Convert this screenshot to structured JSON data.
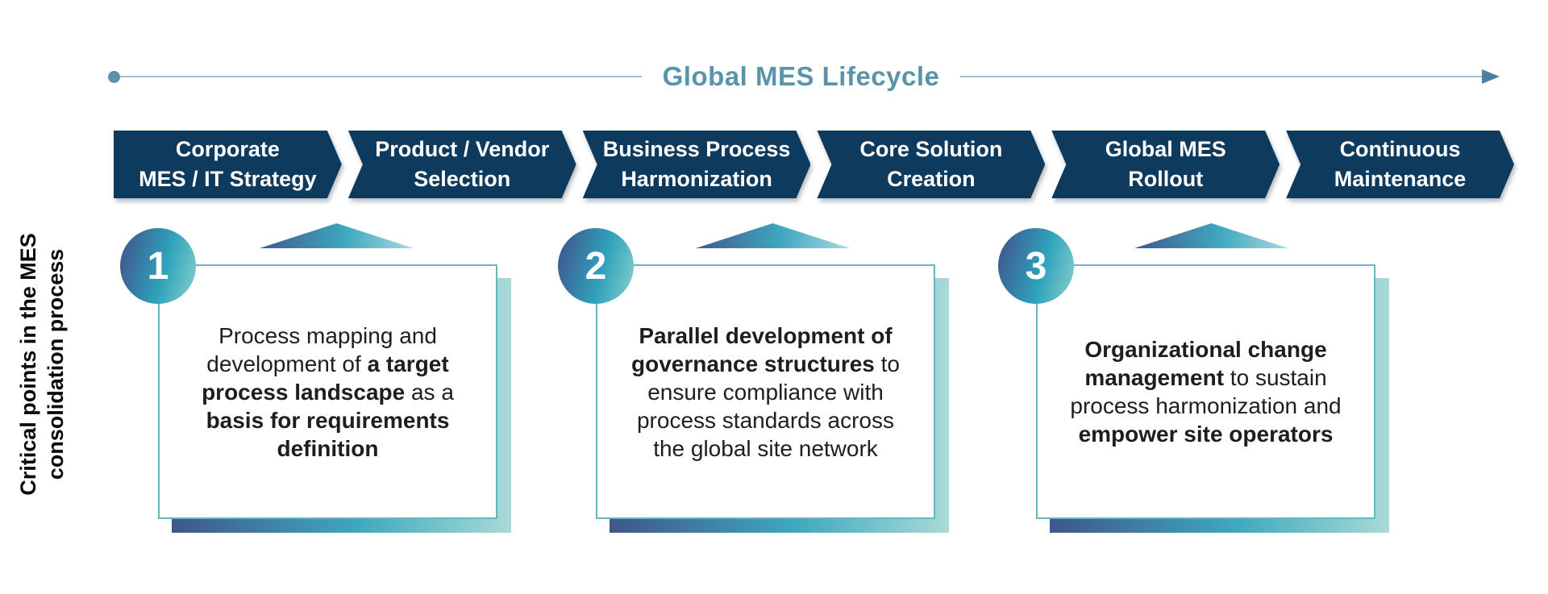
{
  "title": "Global MES Lifecycle",
  "stages": [
    {
      "label_lines": [
        "Corporate",
        "MES / IT Strategy"
      ]
    },
    {
      "label_lines": [
        "Product / Vendor",
        "Selection"
      ]
    },
    {
      "label_lines": [
        "Business Process",
        "Harmonization"
      ]
    },
    {
      "label_lines": [
        "Core Solution",
        "Creation"
      ]
    },
    {
      "label_lines": [
        "Global MES",
        "Rollout"
      ]
    },
    {
      "label_lines": [
        "Continuous",
        "Maintenance"
      ]
    }
  ],
  "side_label_lines": [
    "Critical points in the MES",
    "consolidation process"
  ],
  "critical_points": [
    {
      "number": "1",
      "text_runs": [
        [
          {
            "t": "Process mapping and",
            "b": false
          }
        ],
        [
          {
            "t": "development of ",
            "b": false
          },
          {
            "t": "a target",
            "b": true
          }
        ],
        [
          {
            "t": "process landscape",
            "b": true
          },
          {
            "t": " as a",
            "b": false
          }
        ],
        [
          {
            "t": "basis for requirements",
            "b": true
          }
        ],
        [
          {
            "t": "definition",
            "b": true
          }
        ]
      ]
    },
    {
      "number": "2",
      "text_runs": [
        [
          {
            "t": "Parallel development of",
            "b": true
          }
        ],
        [
          {
            "t": "governance structures",
            "b": true
          },
          {
            "t": " to",
            "b": false
          }
        ],
        [
          {
            "t": "ensure compliance with",
            "b": false
          }
        ],
        [
          {
            "t": "process standards across",
            "b": false
          }
        ],
        [
          {
            "t": "the global site network",
            "b": false
          }
        ]
      ]
    },
    {
      "number": "3",
      "text_runs": [
        [
          {
            "t": "Organizational change",
            "b": true
          }
        ],
        [
          {
            "t": "management",
            "b": true
          },
          {
            "t": " to sustain",
            "b": false
          }
        ],
        [
          {
            "t": "process harmonization and",
            "b": false
          }
        ],
        [
          {
            "t": "empower site operators",
            "b": true
          }
        ]
      ]
    }
  ],
  "icons": {
    "line_start": "dot",
    "line_end": "arrow-right",
    "pointer": "triangle-up"
  },
  "colors": {
    "chevron_navy": "#0E3A5E",
    "title_teal": "#5895AB",
    "header_line": "#A9C0D0",
    "arrowhead_blue": "#4C7FA6",
    "card_border_teal": "#63B7BD",
    "gradient_dark_blue": "#41508B",
    "gradient_teal": "#2FA2BB",
    "gradient_light_teal": "#9AD6D2",
    "body_text": "#1E1E1E",
    "stage_text": "#FFFFFF"
  }
}
